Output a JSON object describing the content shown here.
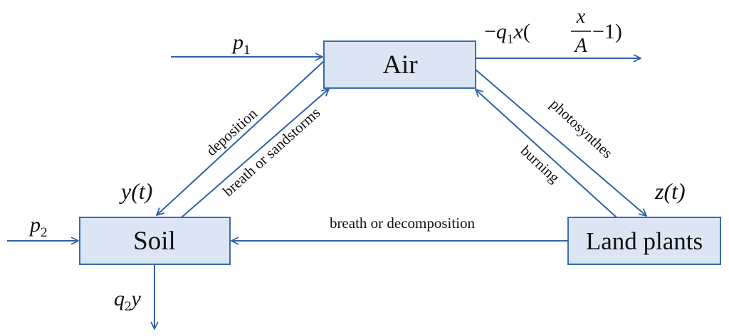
{
  "nodes": {
    "air": "Air",
    "soil": "Soil",
    "plants": "Land plants"
  },
  "edges": {
    "deposition": "deposition",
    "breath_sandstorms": "breath or sandstorms",
    "photosynthes": "photosynthes",
    "burning": "burning",
    "breath_decomposition": "breath or decomposition"
  },
  "math": {
    "p1_var": "p",
    "p1_sub": "1",
    "p2_var": "p",
    "p2_sub": "2",
    "y_of_t": "y(t)",
    "z_of_t": "z(t)",
    "q2_var": "q",
    "q2_sub": "2",
    "q2_y": "y",
    "out_minus": "−",
    "out_q": "q",
    "out_q_sub": "1",
    "out_x": "x",
    "out_open": "(",
    "out_frac_num": "x",
    "out_frac_den": "A",
    "out_tail": "−1)"
  },
  "colors": {
    "arrow": "#3060a8",
    "box_fill": "#dbe5f3",
    "box_border": "#3a6cb0",
    "text": "#111111"
  }
}
